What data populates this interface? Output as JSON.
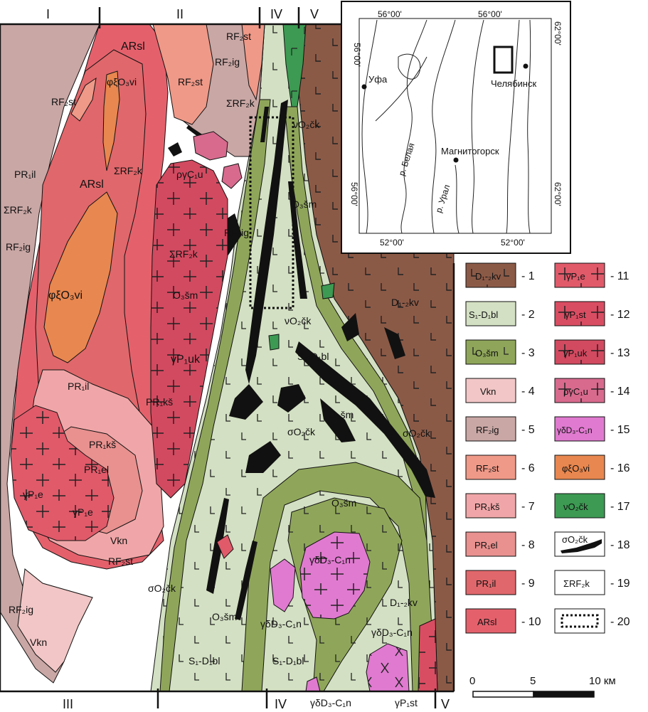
{
  "map": {
    "zones_top": [
      "I",
      "II",
      "IV",
      "V"
    ],
    "zones_bottom": [
      "III",
      "IV",
      "V"
    ],
    "labels": {
      "ar_sl_1": "ARsl",
      "ar_sl_2": "ARsl",
      "phi_vi_1": "φξO₃vi",
      "phi_vi_2": "φξO₃vi",
      "rf_st_1": "RF₂st",
      "rf_st_2": "RF₂st",
      "rf_st_3": "RF₂st",
      "rf_st_4": "RF₂st",
      "rf_ig_1": "RF₂ig",
      "rf_ig_2": "RF₂ig",
      "rf_ig_3": "RF₂ig",
      "rf_ig_4": "RF₂ig",
      "sum_rf_k_1": "ΣRF₂k",
      "sum_rf_k_2": "ΣRF₂k",
      "sum_rf_k_3": "ΣRF₂k",
      "sum_rf_k_4": "ΣRF₂k",
      "pr_il_1": "PR₁il",
      "pr_il_2": "PR₁il",
      "pr_ks_1": "PR₁kš",
      "pr_ks_2": "PR₁kš",
      "pr_el": "PR₁el",
      "gamma_e_1": "γP₁e",
      "gamma_e_2": "γP₁e",
      "gamma_uk": "γP₁uk",
      "rho_gamma_u": "ργC₁u",
      "o_sm_1": "O₃šm",
      "o_sm_2": "O₃šm",
      "o_sm_3": "O₃šm",
      "o_sm_4": "O₃šm",
      "o_sm_5": "O₃šm",
      "nu_ck_1": "νO₂čk",
      "nu_ck_2": "νO₂čk",
      "sigma_ck_1": "σO₂čk",
      "sigma_ck_2": "σO₂čk",
      "sigma_ck_3": "σO₂čk",
      "s_bl_1": "S₁-D₁bl",
      "s_bl_2": "S₁-D₁bl",
      "s_bl_3": "S₁-D₁bl",
      "d_kv_1": "D₁-₂kv",
      "d_kv_2": "D₁-₂kv",
      "gd_n_1": "γδD₃-C₁n",
      "gd_n_2": "γδD₃-C₁n",
      "gd_n_3": "γδD₃-C₁n",
      "gd_n_4": "γδD₃-C₁n",
      "gamma_st": "γP₁st",
      "v_kn_1": "Vkn",
      "v_kn_2": "Vkn"
    }
  },
  "inset": {
    "coords_top": [
      "56°00'",
      "56°00'"
    ],
    "coords_left": [
      "56°00'",
      "56°00'"
    ],
    "coords_right": [
      "62°00'",
      "62°00'"
    ],
    "coords_bottom": [
      "52°00'",
      "52°00'"
    ],
    "cities": [
      "Уфа",
      "Челябинск",
      "Магнитогорск"
    ],
    "rivers": [
      "р. Белая",
      "р. Урал"
    ]
  },
  "legend": [
    {
      "num": "- 1",
      "code": "D₁-₂kv",
      "color": "#8b5a47"
    },
    {
      "num": "- 2",
      "code": "S₁-D₁bl",
      "color": "#d3e0c3"
    },
    {
      "num": "- 3",
      "code": "O₃šm",
      "color": "#8fa65a"
    },
    {
      "num": "- 4",
      "code": "Vkn",
      "color": "#f2c6c6"
    },
    {
      "num": "- 5",
      "code": "RF₂ig",
      "color": "#c9a7a5"
    },
    {
      "num": "- 6",
      "code": "RF₂st",
      "color": "#ef9988"
    },
    {
      "num": "- 7",
      "code": "PR₁kš",
      "color": "#f0a6a8"
    },
    {
      "num": "- 8",
      "code": "PR₁el",
      "color": "#e8918f"
    },
    {
      "num": "- 9",
      "code": "PR₁il",
      "color": "#e0676b"
    },
    {
      "num": "- 10",
      "code": "ARsl",
      "color": "#e4616c"
    },
    {
      "num": "- 11",
      "code": "γP₁e",
      "color": "#e05a6a"
    },
    {
      "num": "- 12",
      "code": "γP₁st",
      "color": "#d94d62"
    },
    {
      "num": "- 13",
      "code": "γP₁uk",
      "color": "#d24a60"
    },
    {
      "num": "- 14",
      "code": "ργC₁u",
      "color": "#d86a8e"
    },
    {
      "num": "- 15",
      "code": "γδD₃-C₁n",
      "color": "#e07ad0"
    },
    {
      "num": "- 16",
      "code": "φξO₃vi",
      "color": "#e8874f"
    },
    {
      "num": "- 17",
      "code": "νO₂čk",
      "color": "#3c9a52"
    },
    {
      "num": "- 18",
      "code": "σO₂čk",
      "color": "#111111"
    },
    {
      "num": "- 19",
      "code": "ΣRF₂k",
      "color": "#ffffff"
    },
    {
      "num": "- 20",
      "code": "",
      "color": "#ffffff"
    }
  ],
  "scale": {
    "ticks": [
      "0",
      "5",
      "10 км"
    ]
  }
}
